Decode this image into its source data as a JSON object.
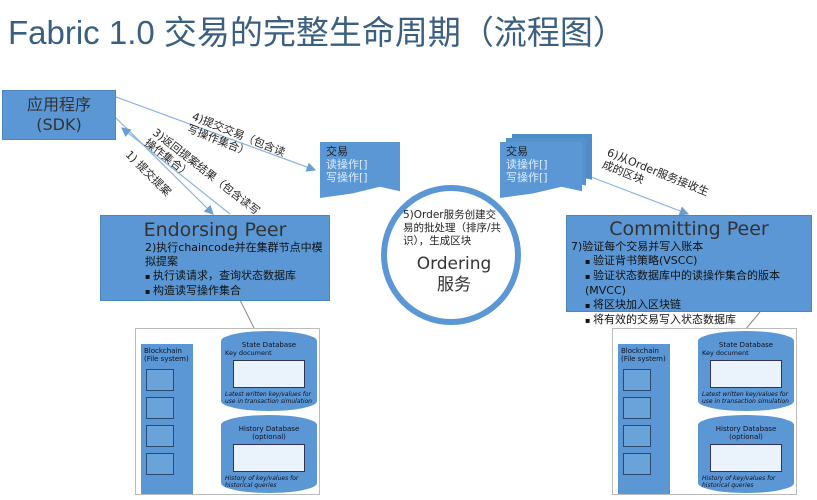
{
  "title": "Fabric 1.0 交易的完整生命周期（流程图）",
  "sdk": {
    "line1": "应用程序",
    "line2": "(SDK)"
  },
  "arrows": {
    "a1": "1) 提交提案",
    "a3_l1": "3)返回提案结果（包含读写",
    "a3_l2": "操作集合）",
    "a4_l1": "4)提交交易（包含读",
    "a4_l2": "写操作集合）",
    "a6_l1": "6)从Order服务接收生",
    "a6_l2": "成的区块"
  },
  "tx": {
    "title": "交易",
    "read": "读操作[]",
    "write": "写操作[]"
  },
  "endorsing": {
    "title": "Endorsing Peer",
    "step": "2)执行chaincode并在集群节点中模拟提案",
    "bullets": [
      "执行读请求，查询状态数据库",
      "构造读写操作集合"
    ]
  },
  "ordering": {
    "desc": "5)Order服务创建交易的批处理（排序/共识），生成区块",
    "name1": "Ordering",
    "name2": "服务"
  },
  "committing": {
    "title": "Committing Peer",
    "step": "7)验证每个交易并写入账本",
    "bullets": [
      "验证背书策略(VSCC)",
      "验证状态数据库中的读操作集合的版本(MVCC)",
      "将区块加入区块链",
      "将有效的交易写入状态数据库"
    ]
  },
  "db": {
    "chain": "Blockchain (File system)",
    "state": "State Database",
    "key": "Key document",
    "state_note": "Latest written key/values for use in transaction simulation",
    "history": "History Database (optional)",
    "history_note": "History of key/values for historical queries"
  }
}
